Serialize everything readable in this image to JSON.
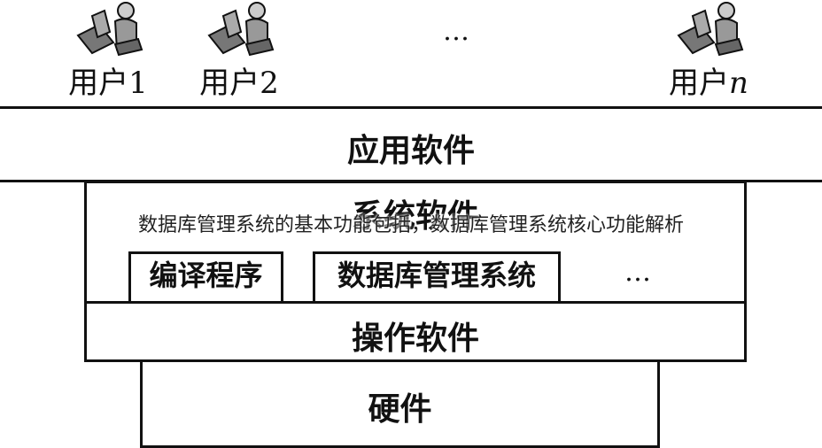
{
  "users": [
    {
      "name": "用户1",
      "icon": "computer-user-icon"
    },
    {
      "name": "用户2",
      "icon": "computer-user-icon"
    },
    {
      "name": "用户",
      "suffix": "n",
      "icon": "computer-user-icon"
    }
  ],
  "users_ellipsis": "…",
  "layers": {
    "application": "应用软件",
    "system": "系统软件",
    "compiler": "编译程序",
    "dbms": "数据库管理系统",
    "system_ellipsis": "…",
    "os": "操作软件",
    "hardware": "硬件"
  },
  "caption": "数据库管理系统的基本功能包括，数据库管理系统核心功能解析"
}
